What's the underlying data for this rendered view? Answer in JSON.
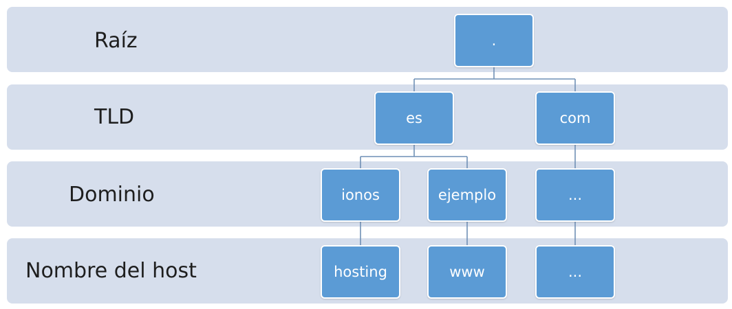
{
  "levels": {
    "root": "Raíz",
    "tld": "TLD",
    "domain": "Dominio",
    "host": "Nombre del host"
  },
  "nodes": {
    "root": ".",
    "es": "es",
    "com": "com",
    "ionos": "ionos",
    "ejemplo": "ejemplo",
    "com_child": "...",
    "hosting": "hosting",
    "www": "www",
    "com_grandchild": "..."
  },
  "colors": {
    "band": "#d6deec",
    "node_fill": "#5b9bd5",
    "node_border": "#ffffff",
    "connector": "#6f8fb5"
  }
}
